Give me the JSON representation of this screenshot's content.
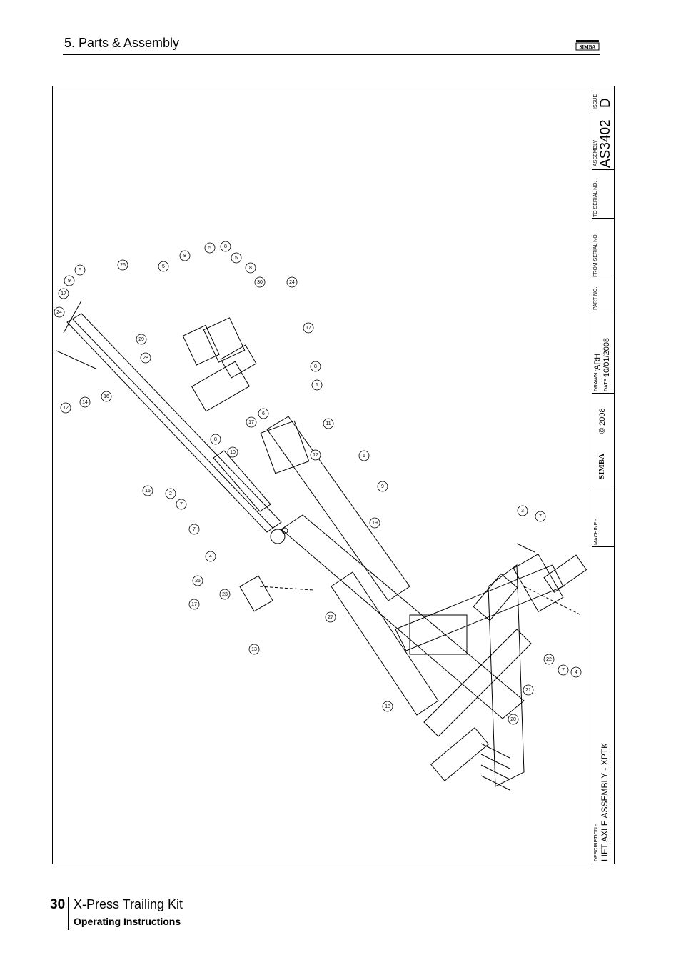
{
  "header": {
    "section_title": "5. Parts & Assembly",
    "logo_text": "SIMBA"
  },
  "title_block": {
    "issue_label": "ISSUE",
    "issue_value": "D",
    "assembly_label": "ASSEMBLY",
    "assembly_value": "AS3402",
    "to_serial_label": "TO SERIAL NO.",
    "from_serial_label": "FROM SERIAL NO.",
    "part_no_label": "PART NO.",
    "drawn_label": "DRAWN:-",
    "drawn_value": "ARH",
    "date_label": "DATE:-",
    "date_value": "10/01/2008",
    "copyright": "© 2008",
    "brand": "SIMBA",
    "machine_label": "MACHINE:-",
    "description_label": "DESCRIPTION:-",
    "description_value": "LIFT AXLE ASSEMBLY - XPTK"
  },
  "callouts": [
    "26",
    "6",
    "9",
    "17",
    "24",
    "12",
    "14",
    "16",
    "5",
    "8",
    "5",
    "8",
    "5",
    "8",
    "29",
    "28",
    "30",
    "24",
    "17",
    "8",
    "1",
    "6",
    "17",
    "10",
    "8",
    "11",
    "15",
    "2",
    "7",
    "7",
    "4",
    "25",
    "17",
    "23",
    "13",
    "17",
    "6",
    "9",
    "19",
    "27",
    "3",
    "7",
    "22",
    "7",
    "4",
    "21",
    "20",
    "18"
  ],
  "footer": {
    "page_number": "30",
    "title": "X-Press Trailing Kit",
    "subtitle": "Operating Instructions"
  }
}
